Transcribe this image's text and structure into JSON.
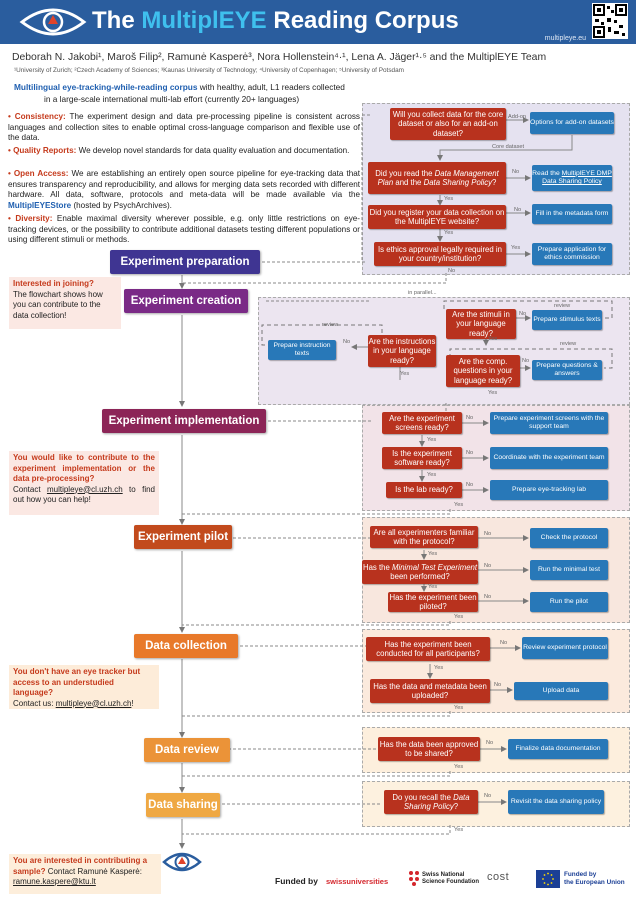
{
  "header": {
    "title_pre": "The ",
    "title_hl": "MultiplEYE",
    "title_post": " Reading Corpus",
    "url": "multipleye.eu"
  },
  "authors": "Deborah N. Jakobi¹, Maroš Filip², Ramunė Kasperė³, Nora Hollenstein⁴·¹, Lena A. Jäger¹·⁵ and the MultiplEYE Team",
  "affiliations": "¹University of Zurich; ²Czech Academy of Sciences; ³Kaunas University of Technology; ⁴University of Copenhagen; ⁵University of Potsdam",
  "subtitle": {
    "highlight": "Multilingual eye-tracking-while-reading corpus",
    "rest1": " with healthy, adult, L1 readers collected",
    "line2": "in a large-scale international multi-lab effort (currently 20+ languages)"
  },
  "bullets": [
    {
      "key": "Consistency:",
      "text": " The experiment design and data pre-processing pipeline is consistent across languages and collection sites to enable optimal cross-language comparison and flexible use of the data."
    },
    {
      "key": "Quality Reports:",
      "text": " We develop novel standards for data quality evaluation and documentation."
    },
    {
      "key": "Open Access:",
      "text": " We are establishing an entirely open source pipeline for eye-tracking data that ensures transparency and reproducibility, and allows for merging data sets recorded with different hardware. All data, software, protocols and meta-data will be made available via the ",
      "store": "MultiplEYEStore",
      "tail": " (hosted by PsychArchives)."
    },
    {
      "key": "Diversity:",
      "text": " Enable maximal diversity wherever possible, e.g. only little restrictions on eye-tracking devices, or the possibility to contribute additional datasets testing different populations or using different stimuli or methods."
    }
  ],
  "notes": {
    "join_title": "Interested in joining?",
    "join_text": "The flowchart shows how you can contribute to the data collection!",
    "contrib_title": "You would like to contribute to the experiment implementation or the data pre-processing?",
    "contrib_pre": "Contact ",
    "contrib_email": "multipleye@cl.uzh.ch",
    "contrib_post": " to find out how you can help!",
    "tracker_title": "You don't have an eye tracker but access to an understudied language?",
    "tracker_pre": "Contact us: ",
    "tracker_email": "multipleye@cl.uzh.ch",
    "tracker_post": "!",
    "sample_title": "You are interested in contributing a sample?",
    "sample_pre": " Contact Ramunė Kasperė: ",
    "sample_email": "ramune.kaspere@ktu.lt"
  },
  "stages": {
    "prep": "Experiment preparation",
    "creation": "Experiment creation",
    "impl": "Experiment implementation",
    "pilot": "Experiment pilot",
    "collection": "Data collection",
    "review": "Data review",
    "sharing": "Data sharing"
  },
  "colors": {
    "header": "#2a5d9e",
    "prep": "#3f3592",
    "creation": "#7a2a86",
    "impl": "#8c2557",
    "pilot": "#c24a1c",
    "collection": "#e8792a",
    "review": "#eb9338",
    "sharing": "#efa843",
    "question": "#b8321e",
    "action": "#2878b8"
  },
  "prep": {
    "q1": "Will you collect data for the core dataset or also for an add-on dataset?",
    "q1_add": "Add-on",
    "q1_core": "Core dataset",
    "a1": "Options for add-on datasets",
    "q2_pre": "Did you read the ",
    "q2_i1": "Data Management Plan",
    "q2_mid": " and the ",
    "q2_i2": "Data Sharing Policy",
    "q2_post": "?",
    "a2_pre": "Read the ",
    "a2_link": "MultiplEYE DMP Data Sharing Policy",
    "q3": "Did you register your data collection on the MultiplEYE website?",
    "a3": "Fill in the metadata form",
    "q4": "Is ethics approval legally required in your country/institution?",
    "a4": "Prepare application for ethics commission"
  },
  "creation": {
    "parallel": "in parallel...",
    "q1": "Are the stimuli in your language ready?",
    "a1": "Prepare stimulus texts",
    "q2": "Are the instructions in your language ready?",
    "a2": "Prepare instruction texts",
    "q3": "Are the comp. questions in your language ready?",
    "a3": "Prepare questions & answers",
    "review": "review"
  },
  "impl": {
    "q1": "Are the experiment screens ready?",
    "a1": "Prepare experiment screens with the support team",
    "q2": "Is the experiment software ready?",
    "a2": "Coordinate with the experiment team",
    "q3": "Is the lab ready?",
    "a3": "Prepare eye-tracking lab"
  },
  "pilot": {
    "q1": "Are all experimenters familiar with the protocol?",
    "a1": "Check the protocol",
    "q2_pre": "Has the ",
    "q2_i": "Minimal Test Experiment",
    "q2_post": " been performed?",
    "a2": "Run the minimal test",
    "q3": "Has the experiment been piloted?",
    "a3": "Run the pilot"
  },
  "collection": {
    "q1": "Has the experiment been conducted for all participants?",
    "a1": "Review experiment protocol",
    "q2": "Has the data and metadata been uploaded?",
    "a2": "Upload data"
  },
  "review": {
    "q1": "Has the data been approved to be shared?",
    "a1": "Finalize data documentation"
  },
  "sharing": {
    "q1_pre": "Do you recall the ",
    "q1_i": "Data Sharing Policy",
    "q1_post": "?",
    "a1": "Revisit the data sharing policy"
  },
  "yes": "Yes",
  "no": "No",
  "funding": {
    "label": "Funded by",
    "s1": "swissuniversities",
    "s2a": "Swiss National",
    "s2b": "Science Foundation",
    "s3": "cost",
    "s4a": "Funded by",
    "s4b": "the European Union"
  }
}
